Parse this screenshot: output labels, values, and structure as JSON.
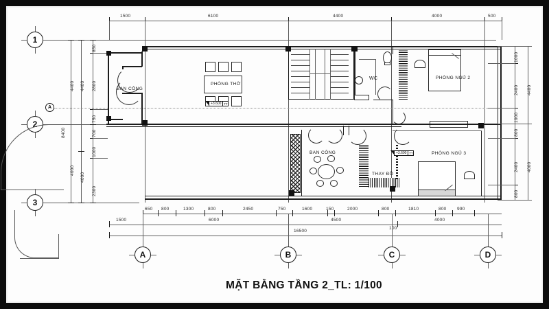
{
  "drawing": {
    "title": "MẶT BẰNG TẦNG 2_TL: 1/100",
    "type": "architectural-floor-plan",
    "scale": "1/100",
    "floor": "Tầng 2",
    "units": "mm"
  },
  "rooms": [
    {
      "id": "ban-cong-truoc",
      "label": "BAN CÔNG"
    },
    {
      "id": "phong-tho",
      "label": "PHÒNG THỜ"
    },
    {
      "id": "wc",
      "label": "WC"
    },
    {
      "id": "phong-ngu-2",
      "label": "PHÒNG NGỦ 2"
    },
    {
      "id": "ban-cong-sau",
      "label": "BAN CÔNG"
    },
    {
      "id": "thay-do",
      "label": "THAY ĐỒ"
    },
    {
      "id": "phong-ngu-3",
      "label": "PHÒNG NGỦ 3"
    }
  ],
  "levels": [
    {
      "id": "level-tho",
      "value": "+3.600",
      "box": "TT"
    },
    {
      "id": "level-ngu3",
      "value": "+3.600",
      "box": "TT"
    }
  ],
  "grids": {
    "horizontal": [
      {
        "id": "grid-1",
        "label": "1"
      },
      {
        "id": "grid-2",
        "label": "2"
      },
      {
        "id": "grid-3",
        "label": "3"
      }
    ],
    "horizontal_secondary": [
      {
        "id": "grid-A-side",
        "label": "A"
      }
    ],
    "vertical": [
      {
        "id": "grid-A",
        "label": "A"
      },
      {
        "id": "grid-B",
        "label": "B"
      },
      {
        "id": "grid-C",
        "label": "C"
      },
      {
        "id": "grid-D",
        "label": "D"
      }
    ]
  },
  "dimensions": {
    "top_chain": [
      "1500",
      "6100",
      "4400",
      "4000",
      "500"
    ],
    "bottom_detail_chain": [
      "650",
      "800",
      "1300",
      "800",
      "2450",
      "750",
      "1600",
      "150",
      "2000",
      "800",
      "1810",
      "800",
      "990"
    ],
    "bottom_grid_chain": [
      "1500",
      "6000",
      "4500",
      "100",
      "4000"
    ],
    "bottom_overall": "16500",
    "left_outer_chain": [
      "4400",
      "4000"
    ],
    "left_total": "8400",
    "left_inner_chain": [
      "850",
      "2800",
      "750",
      "700",
      "1000",
      "2300"
    ],
    "right_inner_chain": [
      "1000",
      "2400",
      "1000",
      "800",
      "2400",
      "800"
    ],
    "right_outer_chain": [
      "4400",
      "4000"
    ]
  },
  "colors": {
    "frame": "#0c0c0c",
    "wall": "#1c1c1c",
    "dim_line": "#5c5c5c",
    "paper": "#ffffff",
    "text": "#111111"
  }
}
